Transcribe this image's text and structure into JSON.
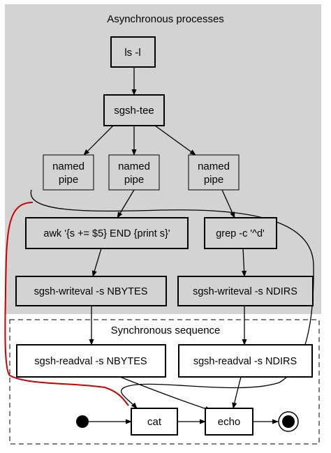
{
  "clusters": {
    "async": {
      "label": "Asynchronous processes",
      "fill": "#d3d3d3"
    },
    "sync": {
      "label": "Synchronous sequence"
    }
  },
  "nodes": {
    "ls": {
      "label": "ls -l"
    },
    "tee": {
      "label": "sgsh-tee"
    },
    "pipe1": {
      "line1": "named",
      "line2": "pipe"
    },
    "pipe2": {
      "line1": "named",
      "line2": "pipe"
    },
    "pipe3": {
      "line1": "named",
      "line2": "pipe"
    },
    "awk": {
      "label": "awk '{s += $5} END {print s}'"
    },
    "grep": {
      "label": "grep -c '^d'"
    },
    "writeval_bytes": {
      "label": "sgsh-writeval -s NBYTES"
    },
    "writeval_dirs": {
      "label": "sgsh-writeval -s NDIRS"
    },
    "readval_bytes": {
      "label": "sgsh-readval -s NBYTES"
    },
    "readval_dirs": {
      "label": "sgsh-readval -s NDIRS"
    },
    "cat": {
      "label": "cat"
    },
    "echo": {
      "label": "echo"
    }
  },
  "colors": {
    "node_fill": "#d3d3d3",
    "edge": "#000000",
    "highlight_edge": "#cc0000"
  }
}
